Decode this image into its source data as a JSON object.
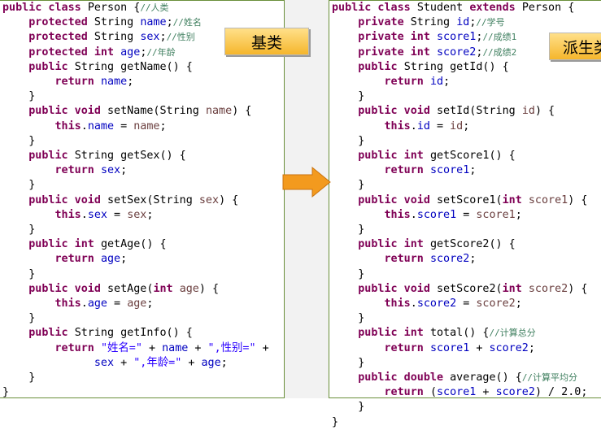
{
  "labels": {
    "base": "基类",
    "derived": "派生类"
  },
  "left_code": [
    [
      [
        "kw",
        "public class "
      ],
      [
        "pl",
        "Person {"
      ],
      [
        "com",
        "//人类"
      ]
    ],
    [
      [
        "pl",
        "    "
      ],
      [
        "kw",
        "protected "
      ],
      [
        "pl",
        "String "
      ],
      [
        "fld",
        "name"
      ],
      [
        "pl",
        ";"
      ],
      [
        "com",
        "//姓名"
      ]
    ],
    [
      [
        "pl",
        "    "
      ],
      [
        "kw",
        "protected "
      ],
      [
        "pl",
        "String "
      ],
      [
        "fld",
        "sex"
      ],
      [
        "pl",
        ";"
      ],
      [
        "com",
        "//性别"
      ]
    ],
    [
      [
        "pl",
        "    "
      ],
      [
        "kw",
        "protected int "
      ],
      [
        "fld",
        "age"
      ],
      [
        "pl",
        ";"
      ],
      [
        "com",
        "//年龄"
      ]
    ],
    [
      [
        "pl",
        "    "
      ],
      [
        "kw",
        "public "
      ],
      [
        "pl",
        "String getName() {"
      ]
    ],
    [
      [
        "pl",
        "        "
      ],
      [
        "kw",
        "return "
      ],
      [
        "fld",
        "name"
      ],
      [
        "pl",
        ";"
      ]
    ],
    [
      [
        "pl",
        "    }"
      ]
    ],
    [
      [
        "pl",
        "    "
      ],
      [
        "kw",
        "public void "
      ],
      [
        "pl",
        "setName(String "
      ],
      [
        "par",
        "name"
      ],
      [
        "pl",
        ") {"
      ]
    ],
    [
      [
        "pl",
        "        "
      ],
      [
        "kw",
        "this"
      ],
      [
        "pl",
        "."
      ],
      [
        "fld",
        "name"
      ],
      [
        "pl",
        " = "
      ],
      [
        "par",
        "name"
      ],
      [
        "pl",
        ";"
      ]
    ],
    [
      [
        "pl",
        "    }"
      ]
    ],
    [
      [
        "pl",
        "    "
      ],
      [
        "kw",
        "public "
      ],
      [
        "pl",
        "String getSex() {"
      ]
    ],
    [
      [
        "pl",
        "        "
      ],
      [
        "kw",
        "return "
      ],
      [
        "fld",
        "sex"
      ],
      [
        "pl",
        ";"
      ]
    ],
    [
      [
        "pl",
        "    }"
      ]
    ],
    [
      [
        "pl",
        "    "
      ],
      [
        "kw",
        "public void "
      ],
      [
        "pl",
        "setSex(String "
      ],
      [
        "par",
        "sex"
      ],
      [
        "pl",
        ") {"
      ]
    ],
    [
      [
        "pl",
        "        "
      ],
      [
        "kw",
        "this"
      ],
      [
        "pl",
        "."
      ],
      [
        "fld",
        "sex"
      ],
      [
        "pl",
        " = "
      ],
      [
        "par",
        "sex"
      ],
      [
        "pl",
        ";"
      ]
    ],
    [
      [
        "pl",
        "    }"
      ]
    ],
    [
      [
        "pl",
        "    "
      ],
      [
        "kw",
        "public int "
      ],
      [
        "pl",
        "getAge() {"
      ]
    ],
    [
      [
        "pl",
        "        "
      ],
      [
        "kw",
        "return "
      ],
      [
        "fld",
        "age"
      ],
      [
        "pl",
        ";"
      ]
    ],
    [
      [
        "pl",
        "    }"
      ]
    ],
    [
      [
        "pl",
        "    "
      ],
      [
        "kw",
        "public void "
      ],
      [
        "pl",
        "setAge("
      ],
      [
        "kw",
        "int "
      ],
      [
        "par",
        "age"
      ],
      [
        "pl",
        ") {"
      ]
    ],
    [
      [
        "pl",
        "        "
      ],
      [
        "kw",
        "this"
      ],
      [
        "pl",
        "."
      ],
      [
        "fld",
        "age"
      ],
      [
        "pl",
        " = "
      ],
      [
        "par",
        "age"
      ],
      [
        "pl",
        ";"
      ]
    ],
    [
      [
        "pl",
        "    }"
      ]
    ],
    [
      [
        "pl",
        "    "
      ],
      [
        "kw",
        "public "
      ],
      [
        "pl",
        "String getInfo() {"
      ]
    ],
    [
      [
        "pl",
        "        "
      ],
      [
        "kw",
        "return "
      ],
      [
        "str",
        "\"姓名=\""
      ],
      [
        "pl",
        " + "
      ],
      [
        "fld",
        "name"
      ],
      [
        "pl",
        " + "
      ],
      [
        "str",
        "\",性别=\""
      ],
      [
        "pl",
        " +"
      ]
    ],
    [
      [
        "pl",
        "              "
      ],
      [
        "fld",
        "sex"
      ],
      [
        "pl",
        " + "
      ],
      [
        "str",
        "\",年龄=\""
      ],
      [
        "pl",
        " + "
      ],
      [
        "fld",
        "age"
      ],
      [
        "pl",
        ";"
      ]
    ],
    [
      [
        "pl",
        "    }"
      ]
    ],
    [
      [
        "pl",
        "}"
      ]
    ]
  ],
  "right_code": [
    [
      [
        "kw",
        "public class "
      ],
      [
        "pl",
        "Student "
      ],
      [
        "kw",
        "extends "
      ],
      [
        "pl",
        "Person {"
      ]
    ],
    [
      [
        "pl",
        "    "
      ],
      [
        "kw",
        "private "
      ],
      [
        "pl",
        "String "
      ],
      [
        "fld",
        "id"
      ],
      [
        "pl",
        ";"
      ],
      [
        "com",
        "//学号"
      ]
    ],
    [
      [
        "pl",
        "    "
      ],
      [
        "kw",
        "private int "
      ],
      [
        "fld",
        "score1"
      ],
      [
        "pl",
        ";"
      ],
      [
        "com",
        "//成绩1"
      ]
    ],
    [
      [
        "pl",
        "    "
      ],
      [
        "kw",
        "private int "
      ],
      [
        "fld",
        "score2"
      ],
      [
        "pl",
        ";"
      ],
      [
        "com",
        "//成绩2"
      ]
    ],
    [
      [
        "pl",
        "    "
      ],
      [
        "kw",
        "public "
      ],
      [
        "pl",
        "String getId() {"
      ]
    ],
    [
      [
        "pl",
        "        "
      ],
      [
        "kw",
        "return "
      ],
      [
        "fld",
        "id"
      ],
      [
        "pl",
        ";"
      ]
    ],
    [
      [
        "pl",
        "    }"
      ]
    ],
    [
      [
        "pl",
        "    "
      ],
      [
        "kw",
        "public void "
      ],
      [
        "pl",
        "setId(String "
      ],
      [
        "par",
        "id"
      ],
      [
        "pl",
        ") {"
      ]
    ],
    [
      [
        "pl",
        "        "
      ],
      [
        "kw",
        "this"
      ],
      [
        "pl",
        "."
      ],
      [
        "fld",
        "id"
      ],
      [
        "pl",
        " = "
      ],
      [
        "par",
        "id"
      ],
      [
        "pl",
        ";"
      ]
    ],
    [
      [
        "pl",
        "    }"
      ]
    ],
    [
      [
        "pl",
        "    "
      ],
      [
        "kw",
        "public int "
      ],
      [
        "pl",
        "getScore1() {"
      ]
    ],
    [
      [
        "pl",
        "        "
      ],
      [
        "kw",
        "return "
      ],
      [
        "fld",
        "score1"
      ],
      [
        "pl",
        ";"
      ]
    ],
    [
      [
        "pl",
        "    }"
      ]
    ],
    [
      [
        "pl",
        "    "
      ],
      [
        "kw",
        "public void "
      ],
      [
        "pl",
        "setScore1("
      ],
      [
        "kw",
        "int "
      ],
      [
        "par",
        "score1"
      ],
      [
        "pl",
        ") {"
      ]
    ],
    [
      [
        "pl",
        "        "
      ],
      [
        "kw",
        "this"
      ],
      [
        "pl",
        "."
      ],
      [
        "fld",
        "score1"
      ],
      [
        "pl",
        " = "
      ],
      [
        "par",
        "score1"
      ],
      [
        "pl",
        ";"
      ]
    ],
    [
      [
        "pl",
        "    }"
      ]
    ],
    [
      [
        "pl",
        "    "
      ],
      [
        "kw",
        "public int "
      ],
      [
        "pl",
        "getScore2() {"
      ]
    ],
    [
      [
        "pl",
        "        "
      ],
      [
        "kw",
        "return "
      ],
      [
        "fld",
        "score2"
      ],
      [
        "pl",
        ";"
      ]
    ],
    [
      [
        "pl",
        "    }"
      ]
    ],
    [
      [
        "pl",
        "    "
      ],
      [
        "kw",
        "public void "
      ],
      [
        "pl",
        "setScore2("
      ],
      [
        "kw",
        "int "
      ],
      [
        "par",
        "score2"
      ],
      [
        "pl",
        ") {"
      ]
    ],
    [
      [
        "pl",
        "        "
      ],
      [
        "kw",
        "this"
      ],
      [
        "pl",
        "."
      ],
      [
        "fld",
        "score2"
      ],
      [
        "pl",
        " = "
      ],
      [
        "par",
        "score2"
      ],
      [
        "pl",
        ";"
      ]
    ],
    [
      [
        "pl",
        "    }"
      ]
    ],
    [
      [
        "pl",
        "    "
      ],
      [
        "kw",
        "public int "
      ],
      [
        "pl",
        "total() {"
      ],
      [
        "com",
        "//计算总分"
      ]
    ],
    [
      [
        "pl",
        "        "
      ],
      [
        "kw",
        "return "
      ],
      [
        "fld",
        "score1"
      ],
      [
        "pl",
        " + "
      ],
      [
        "fld",
        "score2"
      ],
      [
        "pl",
        ";"
      ]
    ],
    [
      [
        "pl",
        "    }"
      ]
    ],
    [
      [
        "pl",
        "    "
      ],
      [
        "kw",
        "public double "
      ],
      [
        "pl",
        "average() {"
      ],
      [
        "com",
        "//计算平均分"
      ]
    ],
    [
      [
        "pl",
        "        "
      ],
      [
        "kw",
        "return "
      ],
      [
        "pl",
        "("
      ],
      [
        "fld",
        "score1"
      ],
      [
        "pl",
        " + "
      ],
      [
        "fld",
        "score2"
      ],
      [
        "pl",
        ") / 2.0;"
      ]
    ],
    [
      [
        "pl",
        "    }"
      ]
    ],
    [
      [
        "pl",
        "}"
      ]
    ]
  ],
  "colors": {
    "keyword": "#7f0055",
    "field": "#0000c0",
    "string": "#2a00ff",
    "comment": "#3f7f5f",
    "parameter": "#6a3e3e",
    "panel_border": "#6a8f3a",
    "arrow": "#f39a1e",
    "label_bg": "#f5b62c"
  },
  "icons": {
    "arrow": "orange-right-arrow"
  }
}
